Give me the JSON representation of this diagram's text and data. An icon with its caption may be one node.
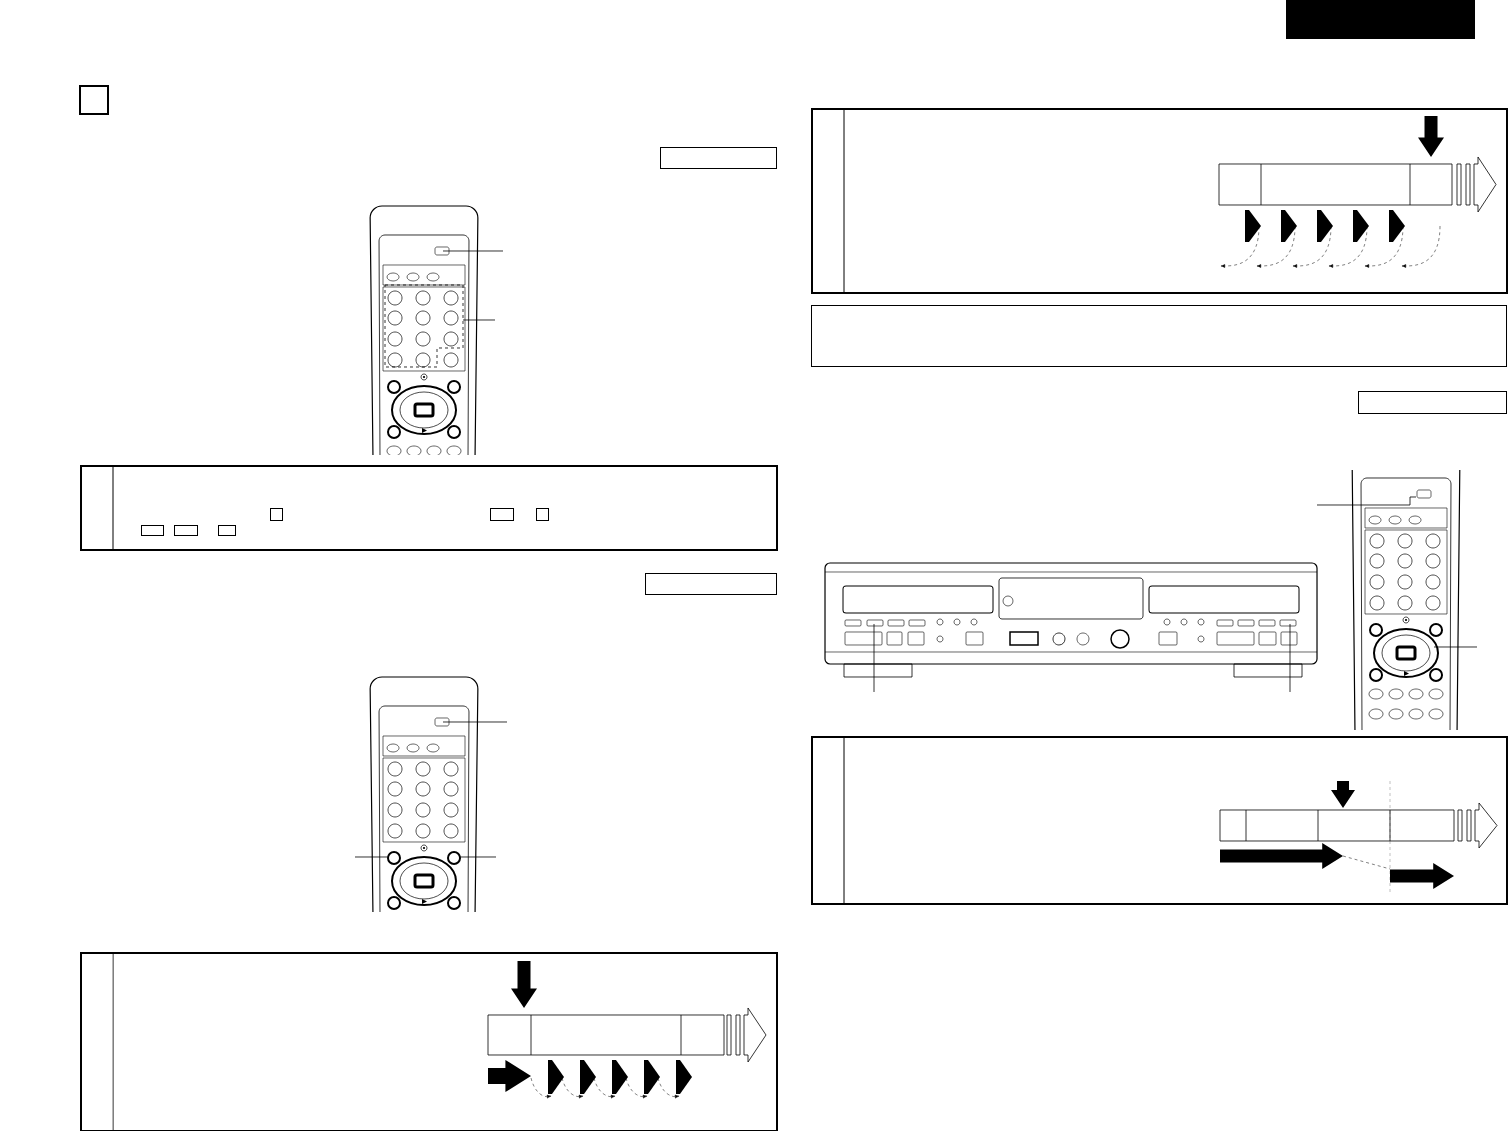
{
  "diagram": {
    "nodes": [
      {
        "text": [],
        "shape": "box"
      },
      {
        "text": [],
        "shape": "box"
      },
      {
        "text": [],
        "shape": "box"
      },
      {
        "text": [],
        "shape": "box"
      },
      {
        "text": [],
        "shape": "box",
        "in": 3
      },
      {
        "text": [],
        "shape": "box",
        "in": 3
      },
      {
        "text": [],
        "shape": "box",
        "in": 3
      },
      {
        "text": [],
        "shape": "box",
        "in": 3
      },
      {
        "text": [],
        "shape": "box",
        "in": 3
      },
      {
        "text": [],
        "shape": "box",
        "in": 3
      },
      {
        "text": [],
        "shape": "box"
      },
      {
        "text": [],
        "shape": "box"
      },
      {
        "text": [],
        "shape": "box"
      },
      {
        "text": [],
        "shape": "box"
      },
      {
        "text": [],
        "shape": "box"
      },
      {
        "text": [],
        "shape": "box"
      }
    ]
  }
}
